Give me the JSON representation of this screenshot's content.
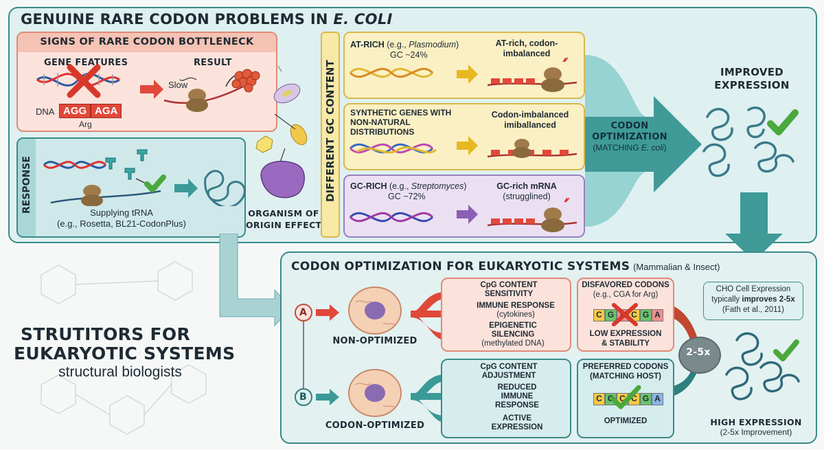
{
  "top": {
    "title_main": "GENUINE RARE CODON PROBLEMS IN ",
    "title_italic": "E. COLI",
    "signs": {
      "title": "SIGNS OF RARE CODON BOTTLENECK",
      "gene_features": "GENE FEATURES",
      "result": "RESULT",
      "slow": "Slow",
      "dna": "DNA",
      "codon1": "AGG",
      "codon2": "AGA",
      "arg": "Arg"
    },
    "response": {
      "label": "RESPONSE",
      "line1": "Supplying tRNA",
      "line2": "(e.g., Rosetta, BL21-CodonPlus)"
    },
    "organism": {
      "line1": "ORGANISM OF",
      "line2": "ORIGIN EFFECT"
    },
    "gc_label": "DIFFERENT GC CONTENT",
    "gc_rows": [
      {
        "title": "AT-RICH",
        "example_prefix": "(e.g., ",
        "example_italic": "Plasmodium",
        "example_suffix": ")",
        "gc": "GC ~24%",
        "result1": "AT-rich, codon-",
        "result2": "imbalanced"
      },
      {
        "title1": "SYNTHETIC GENES WITH",
        "title2": "NON-NATURAL",
        "title3": "DISTRIBUTIONS",
        "result1": "Codon-imbalanced",
        "result2": "imiballanced"
      },
      {
        "title": "GC-RICH",
        "example_prefix": "(e.g., ",
        "example_italic": "Streptomyces",
        "example_suffix": ")",
        "gc": "GC ~72%",
        "result1": "GC-rich mRNA",
        "result2": "(strugglined)"
      }
    ],
    "codon_opt": {
      "line1": "CODON",
      "line2": "OPTIMIZATION",
      "line3_prefix": "(MATCHING ",
      "line3_italic": "E. coli",
      "line3_suffix": ")"
    },
    "improved": {
      "line1": "IMPROVED",
      "line2": "EXPRESSION"
    }
  },
  "left": {
    "line1": "STRUTITORS FOR",
    "line2": "EUKARYOTIC SYSTEMS",
    "line3": "structural biologists"
  },
  "bottom": {
    "title": "CODON OPTIMIZATION FOR EUKARYOTIC SYSTEMS",
    "title_sub": "(Mammalian & Insect)",
    "a_label": "A",
    "b_label": "B",
    "non_opt": "NON-OPTIMIZED",
    "codon_optimized": "CODON-OPTIMIZED",
    "a_effects": [
      {
        "l1": "CpG CONTENT",
        "l2": "SENSITIVITY"
      },
      {
        "l1": "IMMUNE RESPONSE",
        "l2": "(cytokines)"
      },
      {
        "l1": "EPIGENETIC",
        "l2": "SILENCING",
        "l3": "(methylated DNA)"
      }
    ],
    "b_effects": [
      {
        "l1": "CpG CONTENT",
        "l2": "ADJUSTMENT"
      },
      {
        "l1": "REDUCED",
        "l2": "IMMUNE",
        "l3": "RESPONSE"
      },
      {
        "l1": "ACTIVE",
        "l2": "EXPRESSION"
      }
    ],
    "disfavored": {
      "l1": "DISFAVORED CODONS",
      "l2": "(e.g., CGA for Arg)",
      "seq": [
        "C",
        "G",
        "A",
        "C",
        "G",
        "A"
      ],
      "l3": "LOW EXPRESSION",
      "l4": "& STABILITY"
    },
    "preferred": {
      "l1": "PREFERRED CODONS",
      "l2": "(MATCHING HOST)",
      "seq": [
        "C",
        "G",
        "C",
        "C",
        "G",
        "A"
      ],
      "l3": "OPTIMIZED"
    },
    "fold": "2-5x",
    "callout": {
      "l1": "CHO Cell Expression",
      "l2_prefix": "typically ",
      "l2_bold": "improves 2-5x",
      "l3": "(Fath et al., 2011)"
    },
    "high": {
      "l1": "HIGH EXPRESSION",
      "l2": "(2-5x Improvement)"
    }
  },
  "colors": {
    "teal": "#2f8f8c",
    "red": "#e0483a",
    "yellow": "#f3e08a",
    "purple": "#8a5fb5",
    "green": "#4aa83c"
  }
}
